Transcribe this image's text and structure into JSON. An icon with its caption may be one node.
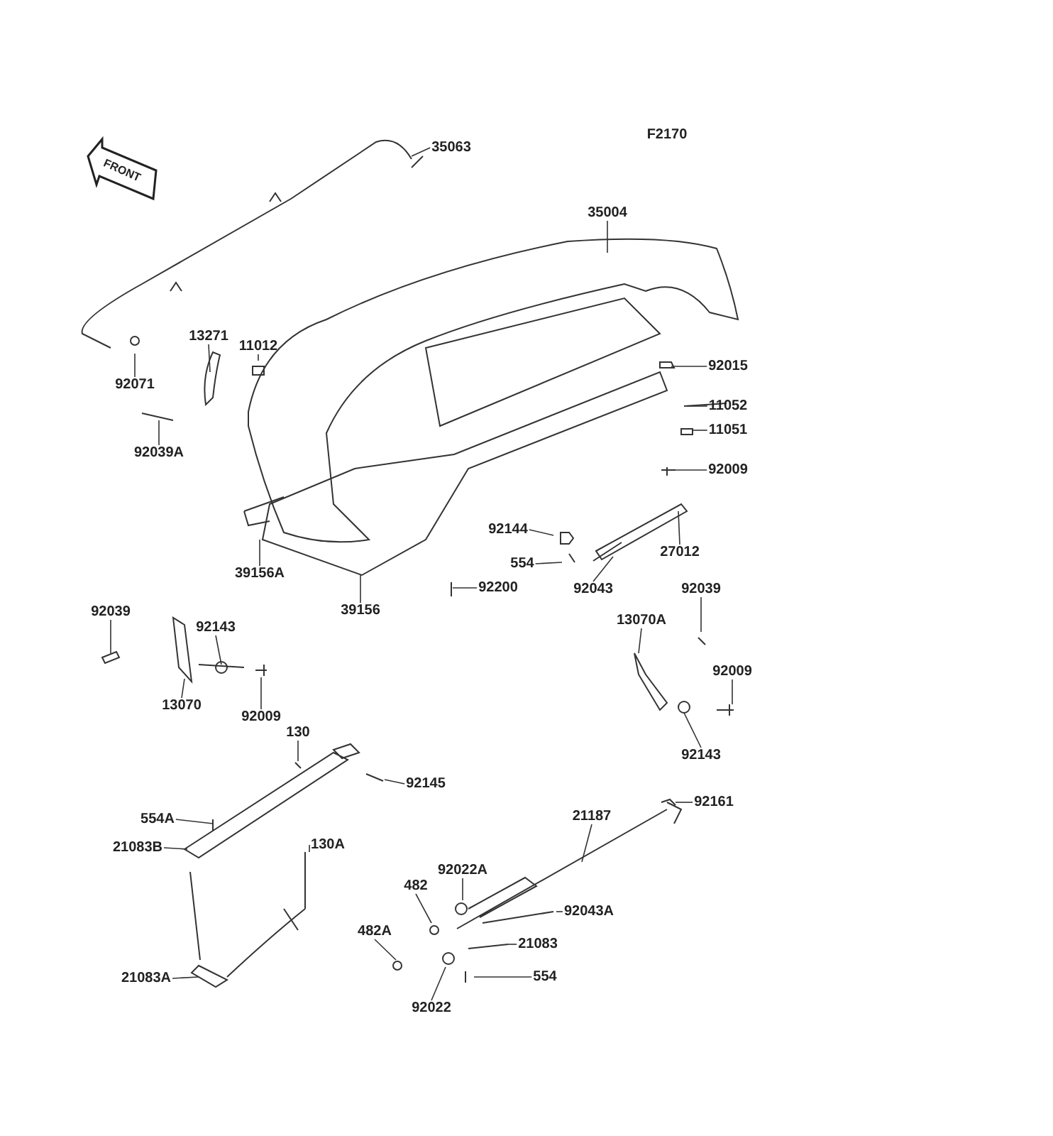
{
  "diagram": {
    "nodes": [
      {
        "text": [
          "35063"
        ]
      },
      {
        "text": [
          "35004"
        ]
      },
      {
        "text": [
          "92015"
        ]
      },
      {
        "text": [
          "11052"
        ]
      },
      {
        "text": [
          "11051"
        ]
      },
      {
        "text": [
          "92009"
        ]
      },
      {
        "text": [
          "92071"
        ]
      },
      {
        "text": [
          "13271"
        ]
      },
      {
        "text": [
          "11012"
        ]
      },
      {
        "text": [
          "92039A"
        ]
      },
      {
        "text": [
          "92144"
        ]
      },
      {
        "text": [
          "554"
        ]
      },
      {
        "text": [
          "27012"
        ]
      },
      {
        "text": [
          "92043"
        ]
      },
      {
        "text": [
          "39156A"
        ]
      },
      {
        "text": [
          "39156"
        ]
      },
      {
        "text": [
          "92200"
        ]
      },
      {
        "text": [
          "92039"
        ]
      },
      {
        "text": [
          "92143"
        ]
      },
      {
        "text": [
          "13070"
        ]
      },
      {
        "text": [
          "92009"
        ]
      },
      {
        "text": [
          "92039"
        ]
      },
      {
        "text": [
          "13070A"
        ]
      },
      {
        "text": [
          "92009"
        ]
      },
      {
        "text": [
          "92143"
        ]
      },
      {
        "text": [
          "130"
        ]
      },
      {
        "text": [
          "92145"
        ]
      },
      {
        "text": [
          "554A"
        ]
      },
      {
        "text": [
          "21083B"
        ]
      },
      {
        "text": [
          "130A"
        ]
      },
      {
        "text": [
          "21187"
        ]
      },
      {
        "text": [
          "92161"
        ]
      },
      {
        "text": [
          "92022A"
        ]
      },
      {
        "text": [
          "482"
        ]
      },
      {
        "text": [
          "92043A"
        ]
      },
      {
        "text": [
          "482A"
        ]
      },
      {
        "text": [
          "21083"
        ]
      },
      {
        "text": [
          "554"
        ]
      },
      {
        "text": [
          "92022"
        ]
      },
      {
        "text": [
          "21083A"
        ]
      }
    ],
    "edges": [
      {
        "from": 0,
        "to": null,
        "arrow": "none"
      },
      {
        "from": 1,
        "to": null,
        "arrow": "none"
      },
      {
        "from": 2,
        "to": null,
        "arrow": "none"
      },
      {
        "from": 3,
        "to": null,
        "arrow": "none"
      },
      {
        "from": 4,
        "to": null,
        "arrow": "none"
      },
      {
        "from": 5,
        "to": null,
        "arrow": "none"
      },
      {
        "from": 6,
        "to": null,
        "arrow": "none"
      },
      {
        "from": 7,
        "to": null,
        "arrow": "none"
      },
      {
        "from": 8,
        "to": null,
        "arrow": "none"
      },
      {
        "from": 9,
        "to": null,
        "arrow": "none"
      },
      {
        "from": 10,
        "to": null,
        "arrow": "none"
      },
      {
        "from": 11,
        "to": null,
        "arrow": "none"
      },
      {
        "from": 12,
        "to": null,
        "arrow": "none"
      },
      {
        "from": 13,
        "to": null,
        "arrow": "none"
      },
      {
        "from": 14,
        "to": null,
        "arrow": "none"
      },
      {
        "from": 15,
        "to": null,
        "arrow": "none"
      },
      {
        "from": 16,
        "to": null,
        "arrow": "none"
      },
      {
        "from": 17,
        "to": null,
        "arrow": "none"
      },
      {
        "from": 18,
        "to": null,
        "arrow": "none"
      },
      {
        "from": 19,
        "to": null,
        "arrow": "none"
      },
      {
        "from": 20,
        "to": null,
        "arrow": "none"
      },
      {
        "from": 21,
        "to": null,
        "arrow": "none"
      },
      {
        "from": 22,
        "to": null,
        "arrow": "none"
      },
      {
        "from": 23,
        "to": null,
        "arrow": "none"
      },
      {
        "from": 24,
        "to": null,
        "arrow": "none"
      },
      {
        "from": 25,
        "to": null,
        "arrow": "none"
      },
      {
        "from": 26,
        "to": null,
        "arrow": "none"
      },
      {
        "from": 27,
        "to": null,
        "arrow": "none"
      },
      {
        "from": 28,
        "to": null,
        "arrow": "none"
      },
      {
        "from": 29,
        "to": null,
        "arrow": "none"
      },
      {
        "from": 30,
        "to": null,
        "arrow": "none"
      },
      {
        "from": 31,
        "to": null,
        "arrow": "none"
      },
      {
        "from": 32,
        "to": null,
        "arrow": "none"
      },
      {
        "from": 33,
        "to": null,
        "arrow": "none"
      },
      {
        "from": 34,
        "to": null,
        "arrow": "none"
      },
      {
        "from": 35,
        "to": null,
        "arrow": "none"
      },
      {
        "from": 36,
        "to": null,
        "arrow": "none"
      },
      {
        "from": 37,
        "to": null,
        "arrow": "none"
      },
      {
        "from": 38,
        "to": null,
        "arrow": "none"
      },
      {
        "from": 39,
        "to": null,
        "arrow": "none"
      }
    ],
    "labels": [
      "FRONT",
      "F2170"
    ]
  }
}
